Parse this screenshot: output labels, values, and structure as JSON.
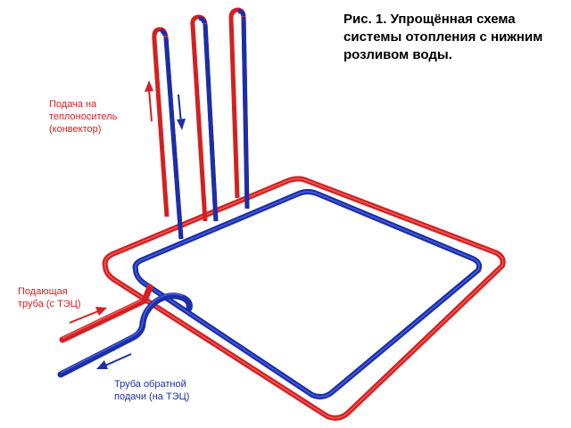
{
  "title": {
    "line1": "Рис. 1.  Упрощённая схема",
    "line2": "системы отопления с нижним",
    "line3": "розливом воды."
  },
  "labels": {
    "supply_convector": {
      "line1": "Подача на",
      "line2": "теплоноситель",
      "line3": "(конвектор)"
    },
    "supply_pipe": {
      "line1": "Подающая",
      "line2": "труба (с ТЭЦ)"
    },
    "return_pipe": {
      "line1": "Труба обратной",
      "line2": "подачи (на ТЭЦ)"
    }
  },
  "colors": {
    "supply": "#d42020",
    "return": "#1a2fa8",
    "background": "#ffffff"
  }
}
